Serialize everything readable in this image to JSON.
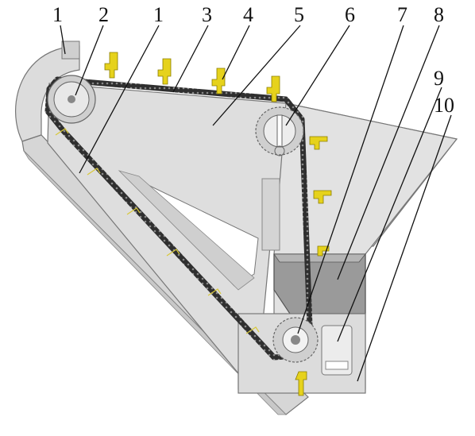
{
  "callouts": [
    {
      "id": "c1a",
      "label": "1"
    },
    {
      "id": "c2",
      "label": "2"
    },
    {
      "id": "c1b",
      "label": "1"
    },
    {
      "id": "c3",
      "label": "3"
    },
    {
      "id": "c4",
      "label": "4"
    },
    {
      "id": "c5",
      "label": "5"
    },
    {
      "id": "c6",
      "label": "6"
    },
    {
      "id": "c7",
      "label": "7"
    },
    {
      "id": "c8",
      "label": "8"
    },
    {
      "id": "c9",
      "label": "9"
    },
    {
      "id": "c10",
      "label": "10"
    }
  ],
  "colors": {
    "frame": "#d9d9d9",
    "frame_dark": "#bdbdbd",
    "outline": "#6e6e6e",
    "chain": "#2f2f2f",
    "bucket": "#e6d21c",
    "hopper": "#9a9a9a",
    "background": "#ffffff"
  },
  "icons": [
    "sprocket-icon",
    "bucket-icon",
    "chain-icon"
  ]
}
